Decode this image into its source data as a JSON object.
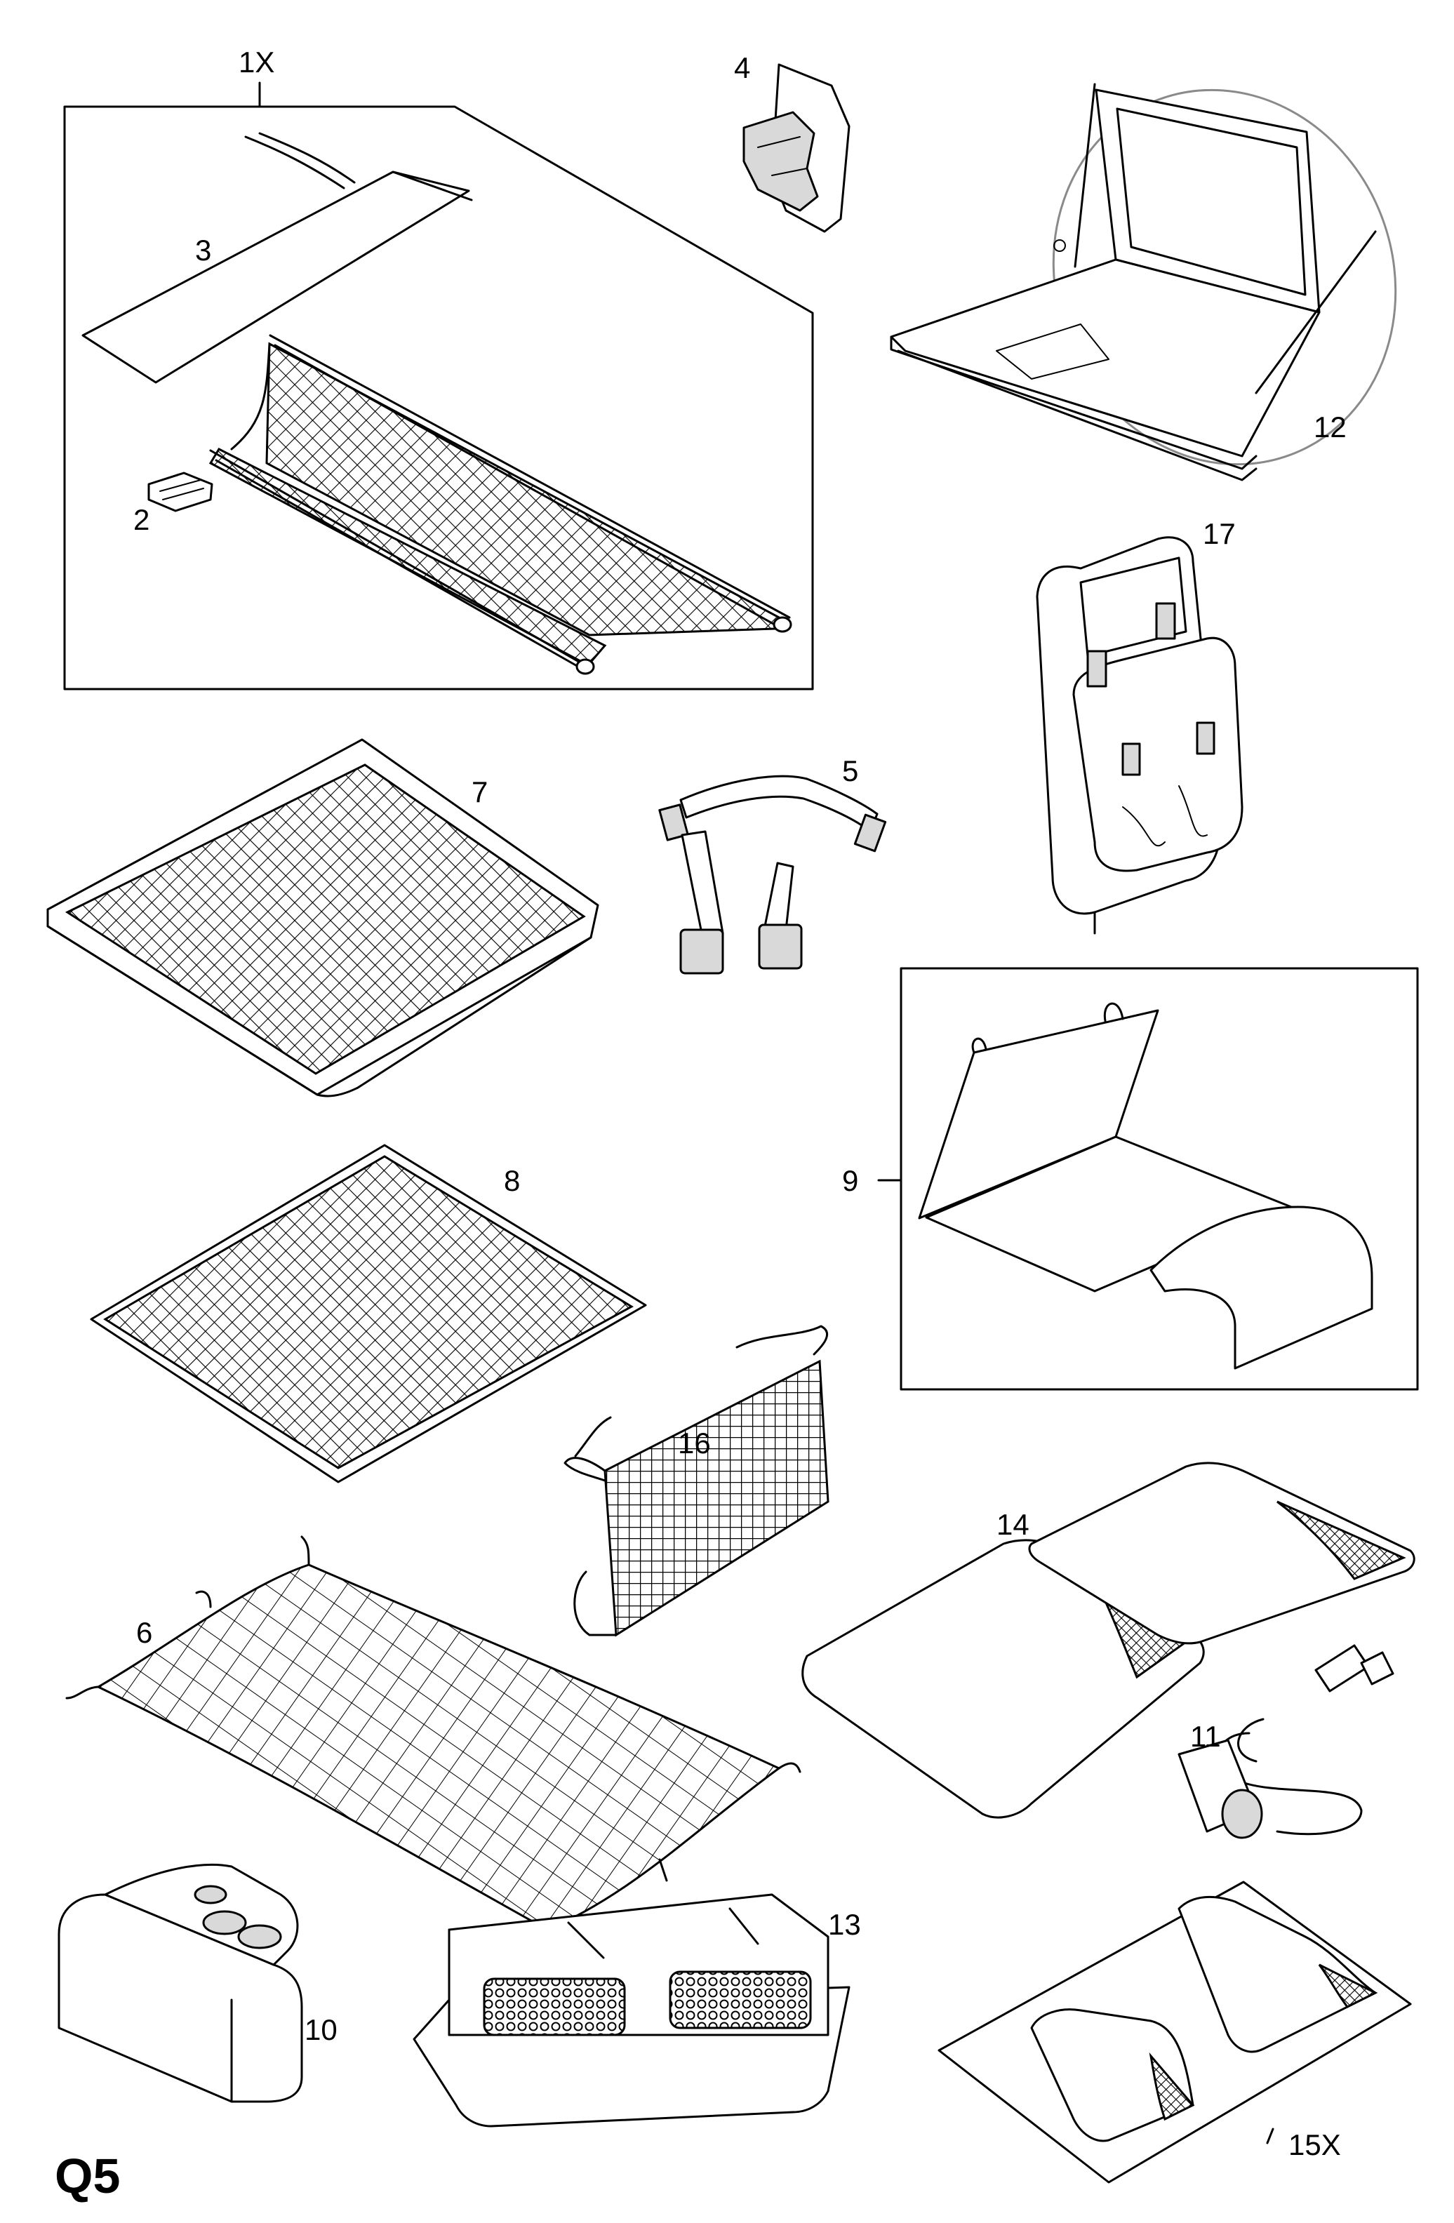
{
  "page_code": "Q5",
  "callouts": {
    "kit_1x": "1X",
    "p2": "2",
    "p3": "3",
    "p4": "4",
    "p5": "5",
    "p6": "6",
    "p7": "7",
    "p8": "8",
    "p9": "9",
    "p10": "10",
    "p11": "11",
    "p12": "12",
    "p13": "13",
    "p14": "14",
    "kit_15x": "15X",
    "p16": "16",
    "p17": "17"
  }
}
